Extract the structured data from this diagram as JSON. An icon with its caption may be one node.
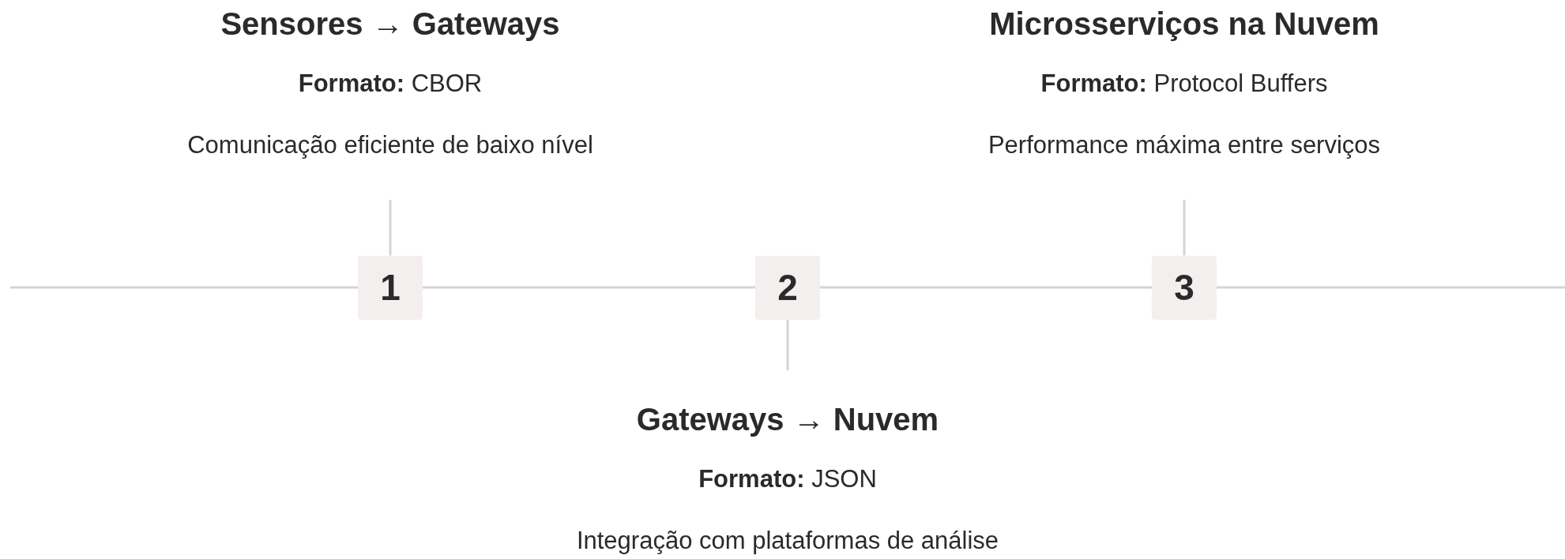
{
  "diagram": {
    "nodes": [
      {
        "text": [
          "Sensores → Gateways",
          "**Formato:** CBOR",
          "Comunicação eficiente de baixo nível"
        ]
      },
      {
        "text": [
          "Microsserviços na Nuvem",
          "**Formato:** Protocol Buffers",
          "Performance máxima entre serviços"
        ]
      },
      {
        "text": [
          "1"
        ]
      },
      {
        "text": [
          "2"
        ]
      },
      {
        "text": [
          "3"
        ]
      },
      {
        "text": [
          "Gateways → Nuvem",
          "**Formato:** JSON",
          "Integração com plataformas de análise"
        ]
      }
    ],
    "edges": [
      {
        "from": null,
        "to": 2,
        "arrow": "none"
      },
      {
        "from": 2,
        "to": 3,
        "arrow": "none"
      },
      {
        "from": 3,
        "to": 4,
        "arrow": "none"
      },
      {
        "from": 4,
        "to": null,
        "arrow": "none"
      },
      {
        "from": 0,
        "to": 2,
        "arrow": "none"
      },
      {
        "from": 1,
        "to": 4,
        "arrow": "none"
      },
      {
        "from": 3,
        "to": 5,
        "arrow": "none"
      }
    ]
  }
}
